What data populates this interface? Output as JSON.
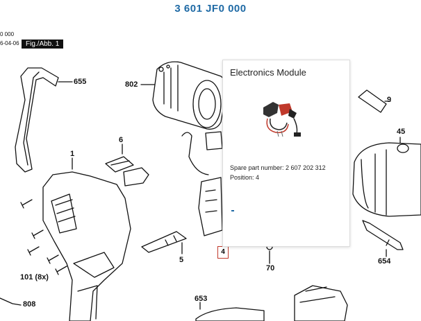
{
  "header": {
    "title": "3 601 JF0 000"
  },
  "meta": {
    "line1": "0 000",
    "line2": "6-04-06",
    "figure_label": "Fig./Abb. 1"
  },
  "labels": {
    "p655": "655",
    "p802": "802",
    "p9": "9",
    "p45": "45",
    "p6": "6",
    "p1": "1",
    "p654b": "654",
    "p5": "5",
    "p70": "70",
    "p101": "101 (8x)",
    "p808": "808",
    "p653": "653"
  },
  "callout": {
    "position": "4"
  },
  "popup": {
    "title": "Electronics Module",
    "spare_part": "Spare part number: 2 607 202 312",
    "position": "Position: 4"
  }
}
